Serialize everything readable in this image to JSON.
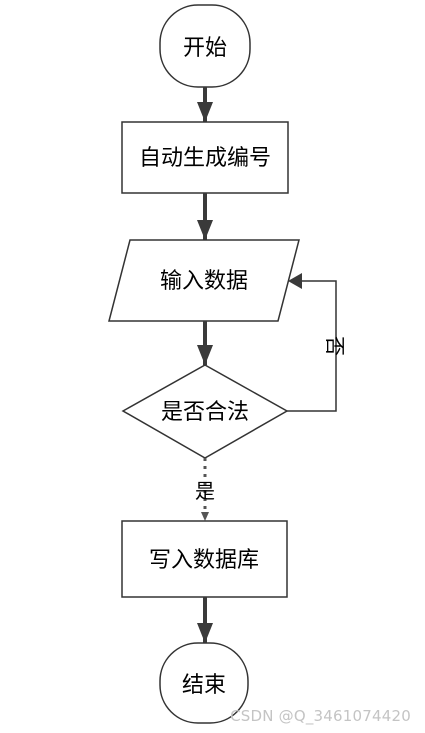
{
  "nodes": {
    "start": "开始",
    "generate_id": "自动生成编号",
    "input_data": "输入数据",
    "validity_check": "是否合法",
    "write_db": "写入数据库",
    "end": "结束"
  },
  "edges": {
    "yes_label": "是",
    "no_label": "否"
  },
  "watermark": "CSDN @Q_3461074420",
  "colors": {
    "stroke": "#333333",
    "arrow": "#3a3a3a",
    "background": "#ffffff"
  }
}
